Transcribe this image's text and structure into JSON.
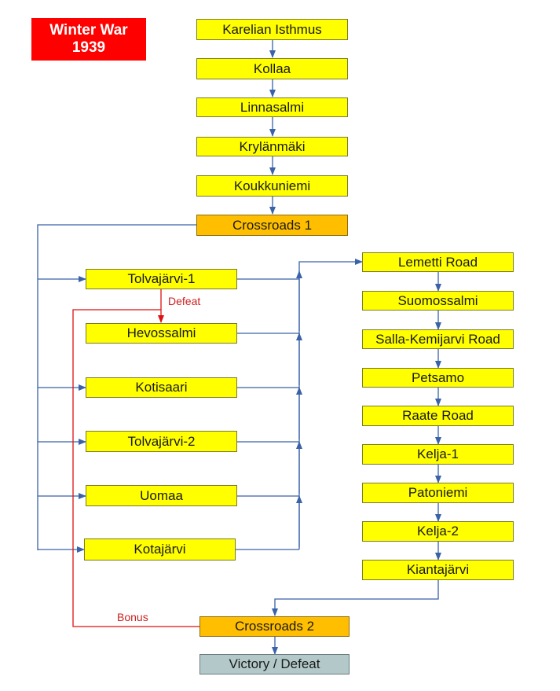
{
  "title": {
    "line1": "Winter War",
    "line2": "1939"
  },
  "nodes": {
    "karelian_isthmus": "Karelian Isthmus",
    "kollaa": "Kollaa",
    "linnasalmi": "Linnasalmi",
    "krylanmaki": "Krylänmäki",
    "koukkuniemi": "Koukkuniemi",
    "crossroads1": "Crossroads 1",
    "tolvajarvi1": "Tolvajärvi-1",
    "hevossalmi": "Hevossalmi",
    "kotisaari": "Kotisaari",
    "tolvajarvi2": "Tolvajärvi-2",
    "uomaa": "Uomaa",
    "kotajarvi": "Kotajärvi",
    "lemetti_road": "Lemetti Road",
    "suomossalmi": "Suomossalmi",
    "salla_kemijarvi_road": "Salla-Kemijarvi Road",
    "petsamo": "Petsamo",
    "raate_road": "Raate Road",
    "kelja1": "Kelja-1",
    "patoniemi": "Patoniemi",
    "kelja2": "Kelja-2",
    "kiantajarvi": "Kiantajärvi",
    "crossroads2": "Crossroads 2",
    "victory_defeat": "Victory / Defeat"
  },
  "edge_labels": {
    "defeat": "Defeat",
    "bonus": "Bonus"
  },
  "colors": {
    "node_fill": "#ffff00",
    "crossroads_fill": "#ffbf00",
    "final_fill": "#b3c9c9",
    "title_fill": "#ff0000",
    "flow_line": "#3a62a8",
    "alt_line": "#dd1111"
  }
}
